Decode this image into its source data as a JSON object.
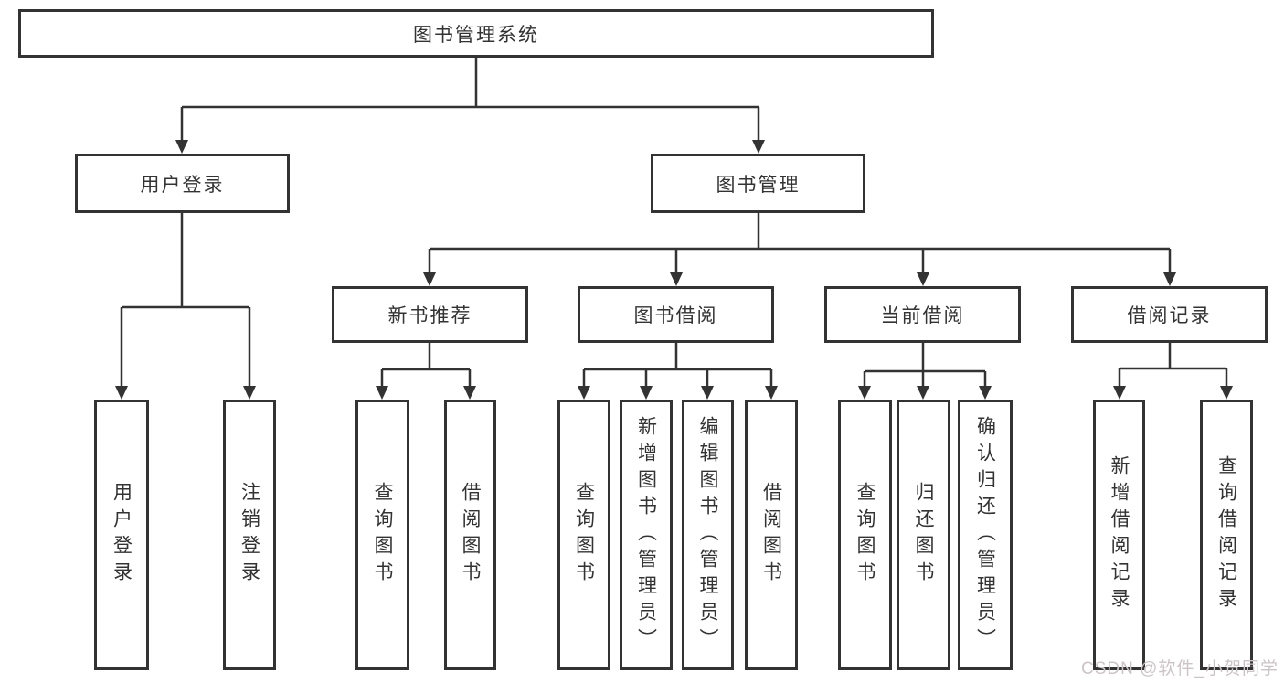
{
  "diagram": {
    "title_note": "functional structure tree",
    "colors": {
      "border": "#333333",
      "text": "#333333",
      "background": "#ffffff",
      "watermark": "#ccc4c7"
    },
    "root": {
      "label": "图书管理系统"
    },
    "level2": [
      {
        "label": "用户登录"
      },
      {
        "label": "图书管理"
      }
    ],
    "level3": [
      {
        "label": "新书推荐"
      },
      {
        "label": "图书借阅"
      },
      {
        "label": "当前借阅"
      },
      {
        "label": "借阅记录"
      }
    ],
    "leaves": {
      "user_login": [
        {
          "label": "用户登录"
        },
        {
          "label": "注销登录"
        }
      ],
      "new_book": [
        {
          "label": "查询图书"
        },
        {
          "label": "借阅图书"
        }
      ],
      "book_borrow": [
        {
          "label": "查询图书"
        },
        {
          "label": "新增图书（管理员）"
        },
        {
          "label": "编辑图书（管理员）"
        },
        {
          "label": "借阅图书"
        }
      ],
      "current_borrow": [
        {
          "label": "查询图书"
        },
        {
          "label": "归还图书"
        },
        {
          "label": "确认归还（管理员）"
        }
      ],
      "borrow_records": [
        {
          "label": "新增借阅记录"
        },
        {
          "label": "查询借阅记录"
        }
      ]
    }
  },
  "watermark": {
    "text": "CSDN @软件_小贺同学"
  }
}
